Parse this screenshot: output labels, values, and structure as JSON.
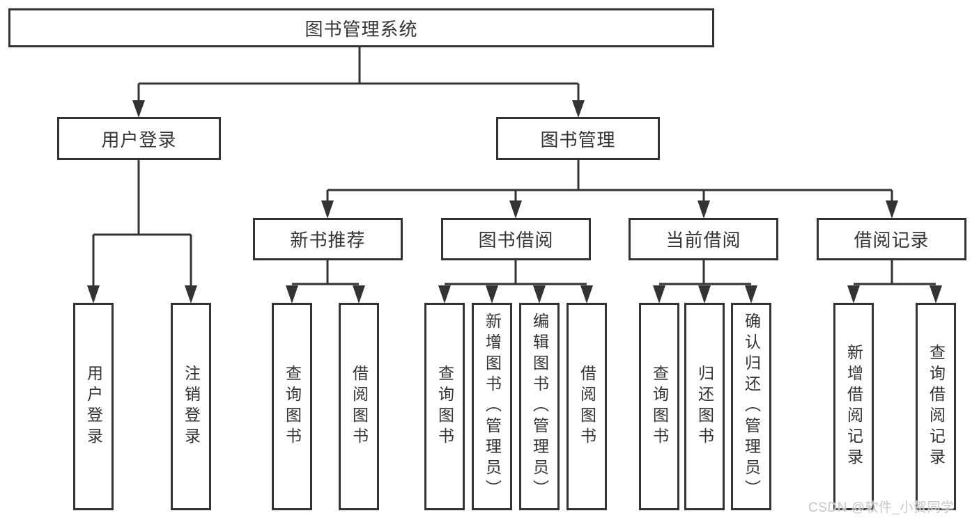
{
  "colors": {
    "line-color": "#333333",
    "box-bg": "#ffffff",
    "text-color": "#333333",
    "watermark-color": "#c7c7c7",
    "page-bg": "#ffffff"
  },
  "watermark": {
    "text": "CSDN @软件_小贺同学"
  },
  "tree": {
    "root": {
      "label": "图书管理系统"
    },
    "children": [
      {
        "label": "用户登录",
        "children": [
          {
            "label": "用户登录"
          },
          {
            "label": "注销登录"
          }
        ]
      },
      {
        "label": "图书管理",
        "children": [
          {
            "label": "新书推荐",
            "children": [
              {
                "label": "查询图书"
              },
              {
                "label": "借阅图书"
              }
            ]
          },
          {
            "label": "图书借阅",
            "children": [
              {
                "label": "查询图书"
              },
              {
                "label": "新增图书（管理员）"
              },
              {
                "label": "编辑图书（管理员）"
              },
              {
                "label": "借阅图书"
              }
            ]
          },
          {
            "label": "当前借阅",
            "children": [
              {
                "label": "查询图书"
              },
              {
                "label": "归还图书"
              },
              {
                "label": "确认归还（管理员）"
              }
            ]
          },
          {
            "label": "借阅记录",
            "children": [
              {
                "label": "新增借阅记录"
              },
              {
                "label": "查询借阅记录"
              }
            ]
          }
        ]
      }
    ]
  }
}
